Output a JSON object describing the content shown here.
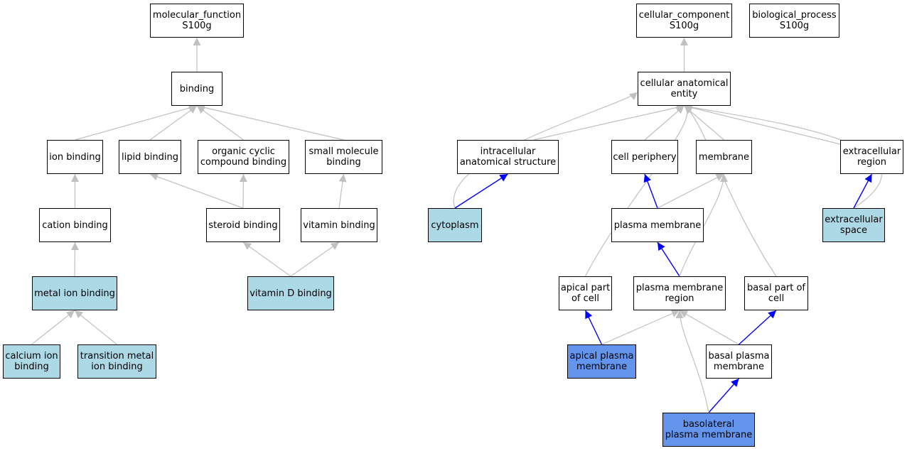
{
  "colors": {
    "light_fill": "#add8e6",
    "dark_fill": "#6495ed",
    "edge_gray": "#c0c0c0",
    "edge_blue": "#0000ff",
    "border": "#000000"
  },
  "nodes": {
    "molecular_function": {
      "label": "molecular_function\nS100g",
      "fill": "white"
    },
    "binding": {
      "label": "binding",
      "fill": "white"
    },
    "ion_binding": {
      "label": "ion binding",
      "fill": "white"
    },
    "lipid_binding": {
      "label": "lipid binding",
      "fill": "white"
    },
    "organic_cyclic": {
      "label": "organic cyclic\ncompound binding",
      "fill": "white"
    },
    "small_molecule": {
      "label": "small molecule\nbinding",
      "fill": "white"
    },
    "cation_binding": {
      "label": "cation binding",
      "fill": "white"
    },
    "steroid_binding": {
      "label": "steroid binding",
      "fill": "white"
    },
    "vitamin_binding": {
      "label": "vitamin binding",
      "fill": "white"
    },
    "metal_ion_binding": {
      "label": "metal ion binding",
      "fill": "light"
    },
    "vitamin_d_binding": {
      "label": "vitamin D binding",
      "fill": "light"
    },
    "calcium_ion_binding": {
      "label": "calcium ion\nbinding",
      "fill": "light"
    },
    "transition_metal": {
      "label": "transition metal\nion binding",
      "fill": "light"
    },
    "cellular_component": {
      "label": "cellular_component\nS100g",
      "fill": "white"
    },
    "biological_process": {
      "label": "biological_process\nS100g",
      "fill": "white"
    },
    "cellular_anatomical": {
      "label": "cellular anatomical\nentity",
      "fill": "white"
    },
    "intracellular": {
      "label": "intracellular\nanatomical structure",
      "fill": "white"
    },
    "cell_periphery": {
      "label": "cell periphery",
      "fill": "white"
    },
    "membrane": {
      "label": "membrane",
      "fill": "white"
    },
    "extracellular_region": {
      "label": "extracellular\nregion",
      "fill": "white"
    },
    "cytoplasm": {
      "label": "cytoplasm",
      "fill": "light"
    },
    "plasma_membrane": {
      "label": "plasma membrane",
      "fill": "white"
    },
    "extracellular_space": {
      "label": "extracellular\nspace",
      "fill": "light"
    },
    "apical_part": {
      "label": "apical part\nof cell",
      "fill": "white"
    },
    "pm_region": {
      "label": "plasma membrane\nregion",
      "fill": "white"
    },
    "basal_part": {
      "label": "basal part of\ncell",
      "fill": "white"
    },
    "apical_pm": {
      "label": "apical plasma\nmembrane",
      "fill": "dark"
    },
    "basal_pm": {
      "label": "basal plasma\nmembrane",
      "fill": "white"
    },
    "basolateral_pm": {
      "label": "basolateral\nplasma membrane",
      "fill": "dark"
    }
  },
  "edges": [
    {
      "from": "binding",
      "to": "molecular_function",
      "color": "gray"
    },
    {
      "from": "ion_binding",
      "to": "binding",
      "color": "gray"
    },
    {
      "from": "lipid_binding",
      "to": "binding",
      "color": "gray"
    },
    {
      "from": "organic_cyclic",
      "to": "binding",
      "color": "gray"
    },
    {
      "from": "small_molecule",
      "to": "binding",
      "color": "gray"
    },
    {
      "from": "cation_binding",
      "to": "ion_binding",
      "color": "gray"
    },
    {
      "from": "steroid_binding",
      "to": "lipid_binding",
      "color": "gray"
    },
    {
      "from": "steroid_binding",
      "to": "organic_cyclic",
      "color": "gray"
    },
    {
      "from": "vitamin_binding",
      "to": "small_molecule",
      "color": "gray"
    },
    {
      "from": "metal_ion_binding",
      "to": "cation_binding",
      "color": "gray"
    },
    {
      "from": "vitamin_d_binding",
      "to": "steroid_binding",
      "color": "gray"
    },
    {
      "from": "vitamin_d_binding",
      "to": "vitamin_binding",
      "color": "gray"
    },
    {
      "from": "calcium_ion_binding",
      "to": "metal_ion_binding",
      "color": "gray"
    },
    {
      "from": "transition_metal",
      "to": "metal_ion_binding",
      "color": "gray"
    },
    {
      "from": "cellular_anatomical",
      "to": "cellular_component",
      "color": "gray"
    },
    {
      "from": "intracellular",
      "to": "cellular_anatomical",
      "color": "gray"
    },
    {
      "from": "cytoplasm",
      "to": "cellular_anatomical",
      "color": "gray"
    },
    {
      "from": "cell_periphery",
      "to": "cellular_anatomical",
      "color": "gray"
    },
    {
      "from": "membrane",
      "to": "cellular_anatomical",
      "color": "gray"
    },
    {
      "from": "extracellular_region",
      "to": "cellular_anatomical",
      "color": "gray"
    },
    {
      "from": "extracellular_space",
      "to": "cellular_anatomical",
      "color": "gray"
    },
    {
      "from": "apical_part",
      "to": "cellular_anatomical",
      "color": "gray"
    },
    {
      "from": "basal_part",
      "to": "cellular_anatomical",
      "color": "gray"
    },
    {
      "from": "cytoplasm",
      "to": "intracellular",
      "color": "blue"
    },
    {
      "from": "plasma_membrane",
      "to": "cell_periphery",
      "color": "blue"
    },
    {
      "from": "plasma_membrane",
      "to": "membrane",
      "color": "gray"
    },
    {
      "from": "extracellular_space",
      "to": "extracellular_region",
      "color": "blue"
    },
    {
      "from": "pm_region",
      "to": "plasma_membrane",
      "color": "blue"
    },
    {
      "from": "pm_region",
      "to": "membrane",
      "color": "gray"
    },
    {
      "from": "apical_pm",
      "to": "apical_part",
      "color": "blue"
    },
    {
      "from": "apical_pm",
      "to": "pm_region",
      "color": "gray"
    },
    {
      "from": "basal_pm",
      "to": "pm_region",
      "color": "gray"
    },
    {
      "from": "basal_pm",
      "to": "basal_part",
      "color": "blue"
    },
    {
      "from": "basolateral_pm",
      "to": "basal_pm",
      "color": "blue"
    },
    {
      "from": "basolateral_pm",
      "to": "pm_region",
      "color": "gray"
    }
  ]
}
